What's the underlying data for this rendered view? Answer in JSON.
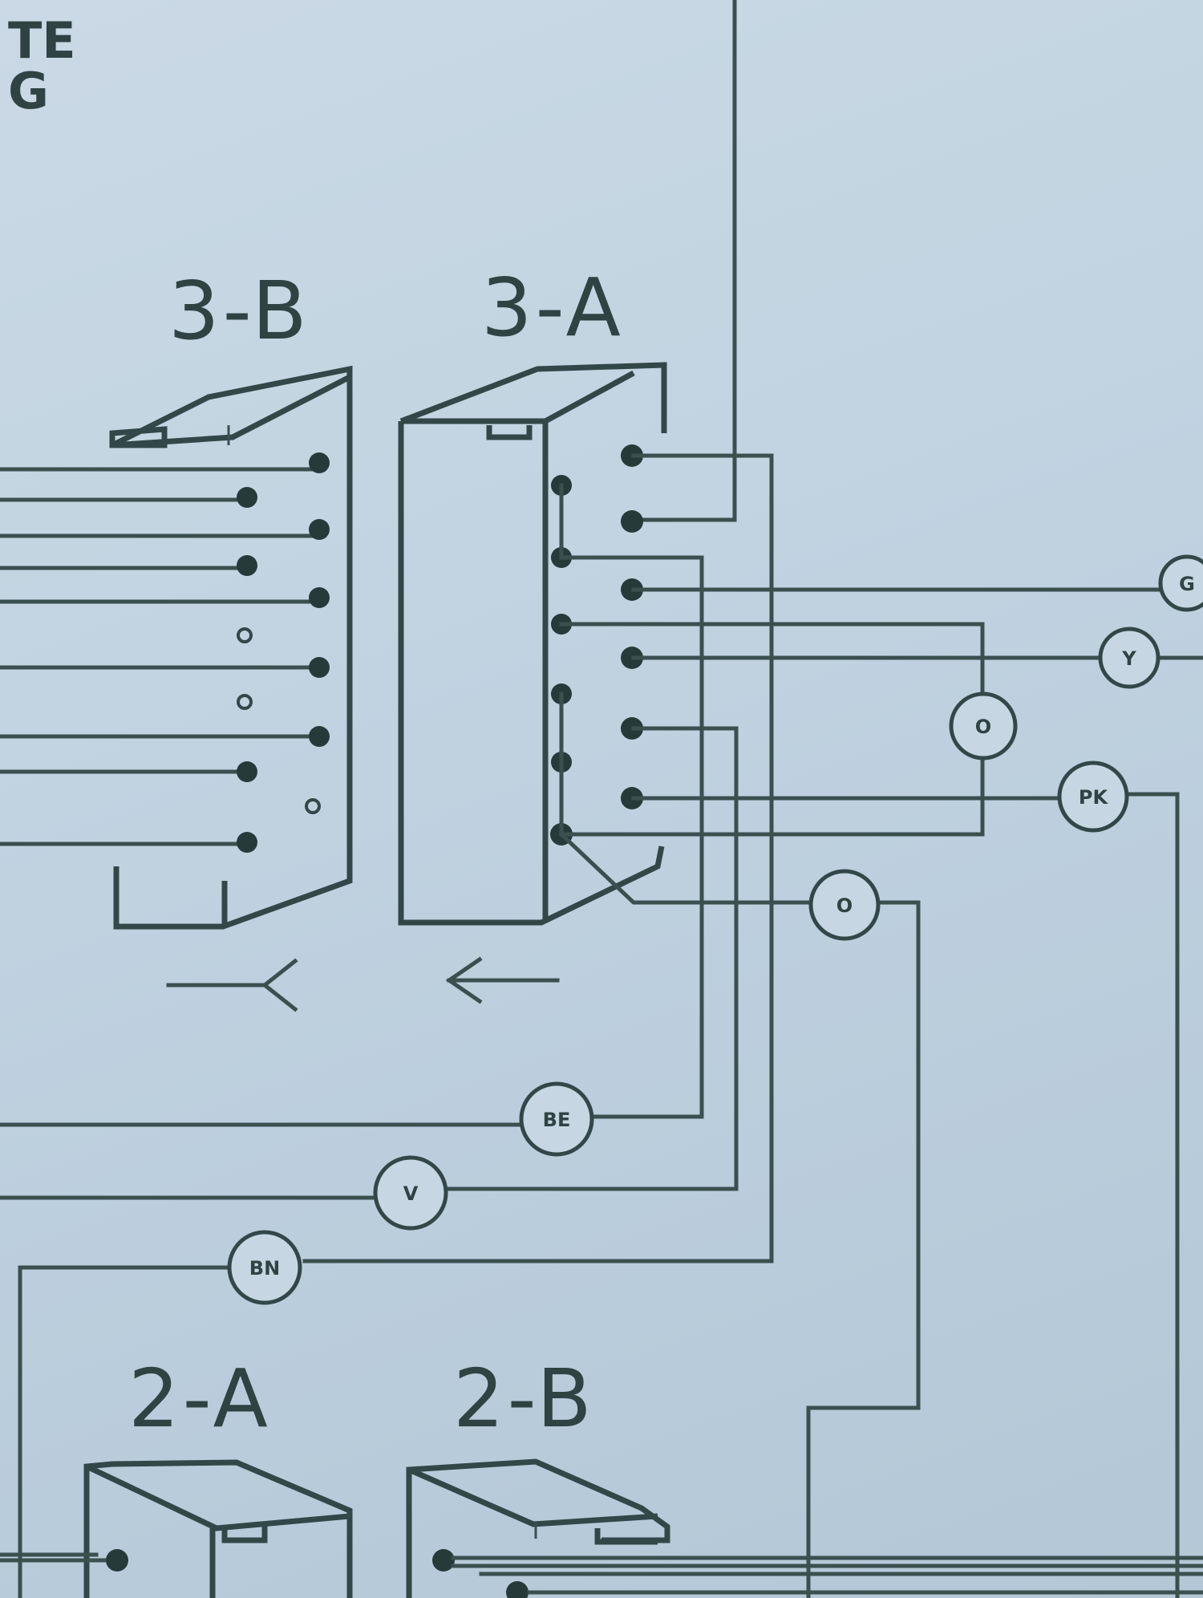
{
  "corner_text": [
    "TE",
    "G"
  ],
  "connectors": {
    "c3b": "3-B",
    "c3a": "3-A",
    "c2a": "2-A",
    "c2b": "2-B"
  },
  "wire_tags": {
    "g": "G",
    "y": "Y",
    "o_upper": "O",
    "pk": "PK",
    "o_lower": "O",
    "be": "BE",
    "v": "V",
    "bn": "BN"
  },
  "direction_marks": {
    "c3b": "fork-arrow",
    "c3a": "left-arrow"
  },
  "colors": {
    "paper": "#c1d3e1",
    "ink": "#324848",
    "stripe_red": "#c88a9c",
    "stripe_teal": "#5e9c98"
  }
}
